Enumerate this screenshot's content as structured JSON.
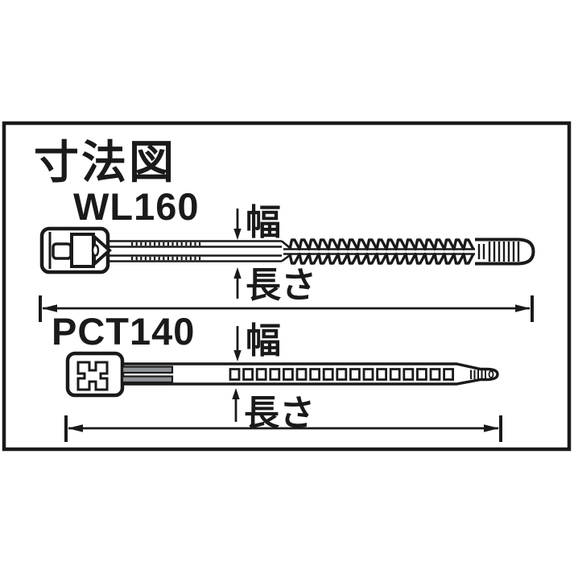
{
  "diagram": {
    "title": "寸法図",
    "line_color": "#1a1a1a",
    "background_color": "#ffffff",
    "slot_fill_color": "#8f9296",
    "products": [
      {
        "model": "WL160",
        "width_label": "幅",
        "length_label": "長さ"
      },
      {
        "model": "PCT140",
        "width_label": "幅",
        "length_label": "長さ"
      }
    ]
  }
}
